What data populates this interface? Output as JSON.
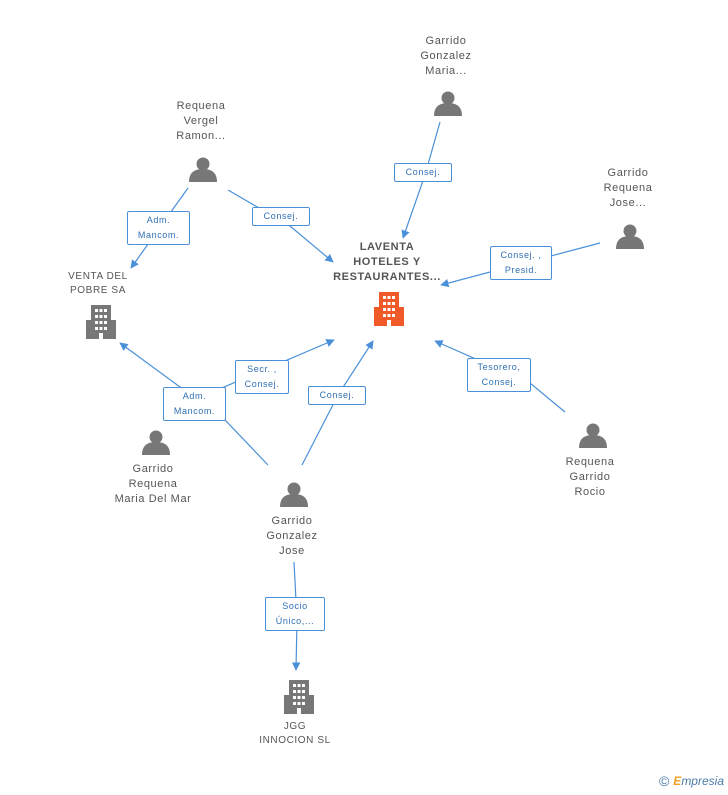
{
  "colors": {
    "edge": "#4a90d9",
    "person": "#777777",
    "company": "#777777",
    "main_company": "#f05a28",
    "text": "#555555"
  },
  "nodes": {
    "main": {
      "lines": [
        "LAVENTA",
        "HOTELES Y",
        "RESTAURANTES..."
      ]
    },
    "venta_del_pobre": {
      "lines": [
        "VENTA DEL",
        "POBRE SA"
      ]
    },
    "jgg_innocion": {
      "lines": [
        "JGG",
        "INNOCION SL"
      ]
    },
    "requena_vergel": {
      "lines": [
        "Requena",
        "Vergel",
        "Ramon..."
      ]
    },
    "garrido_gonzalez_maria": {
      "lines": [
        "Garrido",
        "Gonzalez",
        "Maria..."
      ]
    },
    "garrido_requena_jose": {
      "lines": [
        "Garrido",
        "Requena",
        "Jose..."
      ]
    },
    "garrido_requena_mariadelmar": {
      "lines": [
        "Garrido",
        "Requena",
        "Maria Del Mar"
      ]
    },
    "garrido_gonzalez_jose": {
      "lines": [
        "Garrido",
        "Gonzalez",
        "Jose"
      ]
    },
    "requena_garrido_rocio": {
      "lines": [
        "Requena",
        "Garrido",
        "Rocio"
      ]
    }
  },
  "edges": {
    "adm_mancom_1": {
      "lines": [
        "Adm.",
        "Mancom."
      ]
    },
    "consej_1": {
      "lines": [
        "Consej."
      ]
    },
    "consej_2": {
      "lines": [
        "Consej."
      ]
    },
    "consej_presid": {
      "lines": [
        "Consej. ,",
        "Presid."
      ]
    },
    "secr_consej": {
      "lines": [
        "Secr. ,",
        "Consej."
      ]
    },
    "adm_mancom_2": {
      "lines": [
        "Adm.",
        "Mancom."
      ]
    },
    "consej_3": {
      "lines": [
        "Consej."
      ]
    },
    "tesorero_consej": {
      "lines": [
        "Tesorero,",
        "Consej."
      ]
    },
    "socio_unico": {
      "lines": [
        "Socio",
        "Único,..."
      ]
    }
  },
  "footer": {
    "copyright": "©",
    "brand_initial": "E",
    "brand_rest": "mpresia"
  }
}
